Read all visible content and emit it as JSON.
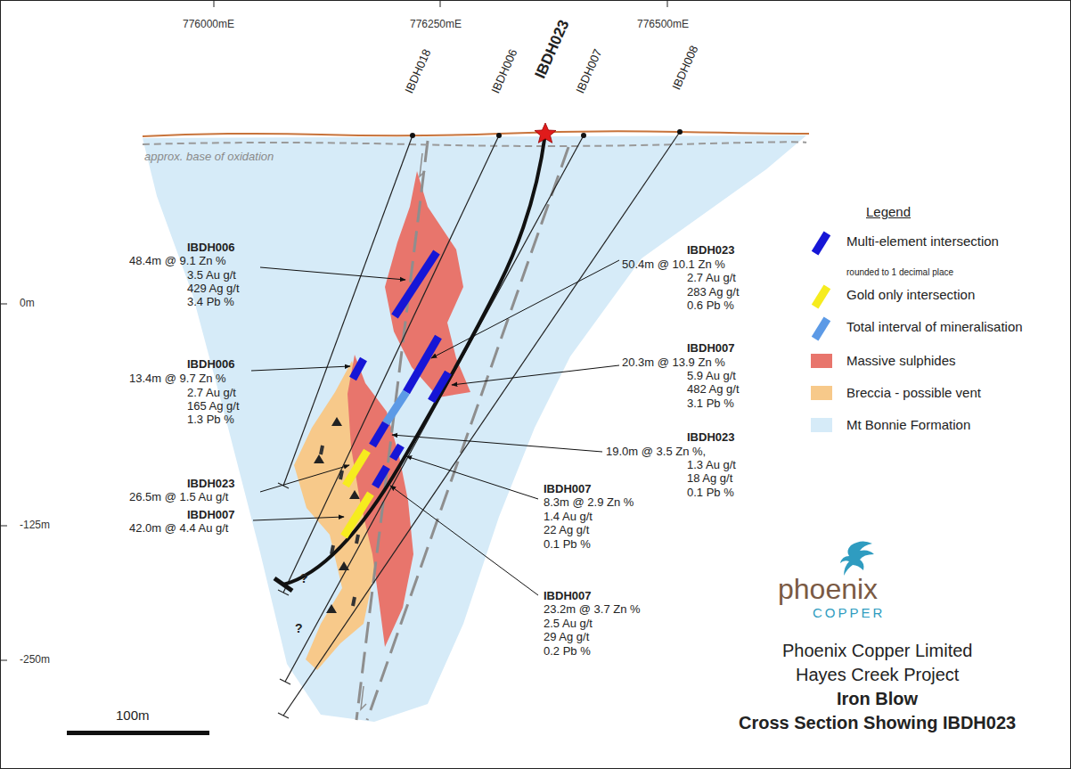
{
  "diagram": {
    "labels": [
      "776000mE",
      "776250mE",
      "776500mE",
      "0m",
      "-125m",
      "-250m",
      "IBDH018",
      "IBDH006",
      "IBDH023",
      "IBDH007",
      "IBDH008",
      "approx. base of oxidation",
      "IBDH006",
      "48.4m @ 9.1 Zn %",
      "3.5 Au g/t",
      "429 Ag g/t",
      "3.4 Pb %",
      "IBDH006",
      "13.4m @ 9.7 Zn %",
      "2.7 Au g/t",
      "165 Ag g/t",
      "1.3 Pb %",
      "IBDH023",
      "26.5m @ 1.5 Au g/t",
      "IBDH007",
      "42.0m @ 4.4 Au g/t",
      "IBDH023",
      "50.4m @ 10.1 Zn %",
      "2.7 Au g/t",
      "283 Ag g/t",
      "0.6 Pb %",
      "IBDH007",
      "20.3m @ 13.9 Zn %",
      "5.9 Au g/t",
      "482 Ag g/t",
      "3.1 Pb %",
      "IBDH023",
      "19.0m @ 3.5 Zn %,",
      "1.3 Au g/t",
      "18 Ag g/t",
      "0.1 Pb %",
      "IBDH007",
      "8.3m @ 2.9 Zn %",
      "1.4 Au g/t",
      "22 Ag g/t",
      "0.1 Pb %",
      "IBDH007",
      "23.2m @ 3.7 Zn %",
      "2.5 Au g/t",
      "29 Ag g/t",
      "0.2 Pb %",
      "?",
      "?",
      "100m",
      "Legend",
      "rounded to 1 decimal place",
      "phoenix",
      "COPPER",
      "Phoenix Copper Limited",
      "Hayes Creek Project",
      "Iron Blow",
      "Cross Section Showing IBDH023"
    ],
    "legend": [
      {
        "text": "Multi-element intersection",
        "color": "#1616d6"
      },
      {
        "text": "Gold only intersection",
        "color": "#f6ec1e"
      },
      {
        "text": "Total interval of mineralisation",
        "color": "#5c9ae6"
      },
      {
        "text": "Massive sulphides",
        "color": "#e8756c"
      },
      {
        "text": "Breccia - possible vent",
        "color": "#f7c98a"
      },
      {
        "text": "Mt Bonnie Formation",
        "color": "#d6ebf8"
      }
    ]
  }
}
